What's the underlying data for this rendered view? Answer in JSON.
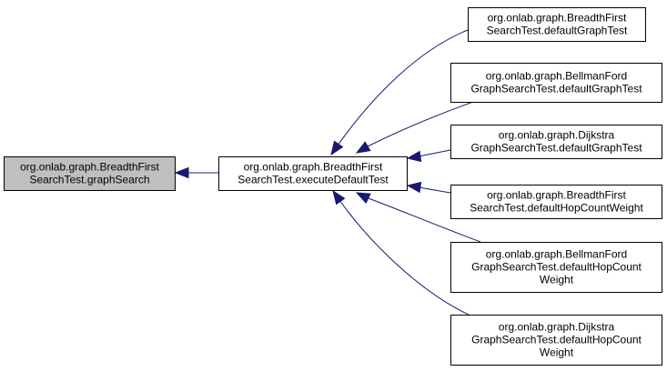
{
  "colors": {
    "edge": "#191970",
    "node_border": "#000000",
    "node_fill": "#ffffff",
    "root_fill": "#bfbfbf"
  },
  "nodes": [
    {
      "id": "graphSearch",
      "lines": [
        "org.onlab.graph.BreadthFirst",
        "SearchTest.graphSearch"
      ],
      "highlighted": true
    },
    {
      "id": "executeDefaultTest",
      "lines": [
        "org.onlab.graph.BreadthFirst",
        "SearchTest.executeDefaultTest"
      ],
      "highlighted": false
    },
    {
      "id": "bfs_defaultGraphTest",
      "lines": [
        "org.onlab.graph.BreadthFirst",
        "SearchTest.defaultGraphTest"
      ],
      "highlighted": false
    },
    {
      "id": "bf_defaultGraphTest",
      "lines": [
        "org.onlab.graph.BellmanFord",
        "GraphSearchTest.defaultGraphTest"
      ],
      "highlighted": false
    },
    {
      "id": "dij_defaultGraphTest",
      "lines": [
        "org.onlab.graph.Dijkstra",
        "GraphSearchTest.defaultGraphTest"
      ],
      "highlighted": false
    },
    {
      "id": "bfs_defaultHopCountWeight",
      "lines": [
        "org.onlab.graph.BreadthFirst",
        "SearchTest.defaultHopCountWeight"
      ],
      "highlighted": false
    },
    {
      "id": "bf_defaultHopCountWeight",
      "lines": [
        "org.onlab.graph.BellmanFord",
        "GraphSearchTest.defaultHopCount",
        "Weight"
      ],
      "highlighted": false
    },
    {
      "id": "dij_defaultHopCountWeight",
      "lines": [
        "org.onlab.graph.Dijkstra",
        "GraphSearchTest.defaultHopCount",
        "Weight"
      ],
      "highlighted": false
    }
  ],
  "edges": [
    {
      "from": "executeDefaultTest",
      "to": "graphSearch"
    },
    {
      "from": "bfs_defaultGraphTest",
      "to": "executeDefaultTest"
    },
    {
      "from": "bf_defaultGraphTest",
      "to": "executeDefaultTest"
    },
    {
      "from": "dij_defaultGraphTest",
      "to": "executeDefaultTest"
    },
    {
      "from": "bfs_defaultHopCountWeight",
      "to": "executeDefaultTest"
    },
    {
      "from": "bf_defaultHopCountWeight",
      "to": "executeDefaultTest"
    },
    {
      "from": "dij_defaultHopCountWeight",
      "to": "executeDefaultTest"
    }
  ]
}
